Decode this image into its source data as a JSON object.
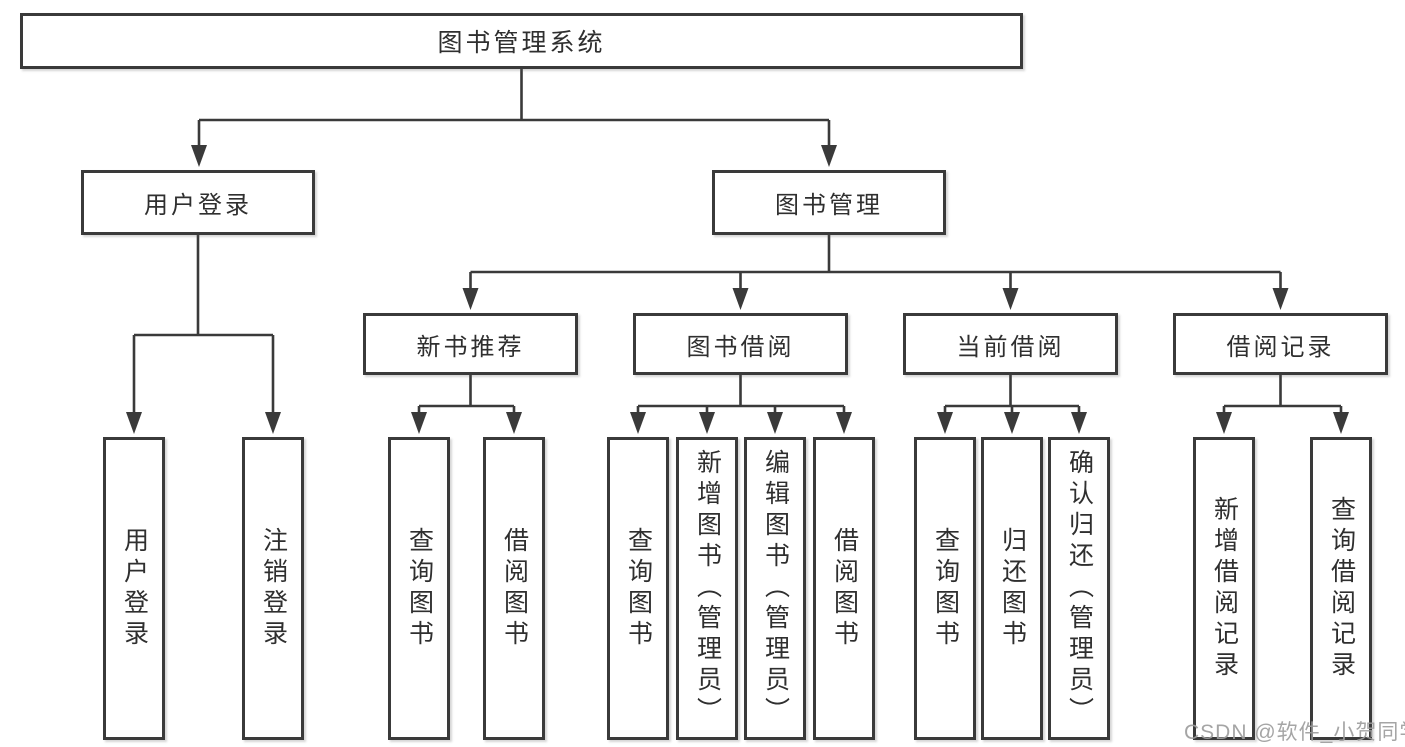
{
  "diagram_title": "图书管理系统",
  "tree": {
    "root": {
      "label": "图书管理系统"
    },
    "branches": [
      {
        "label": "用户登录",
        "children": [
          {
            "label": "用户登录"
          },
          {
            "label": "注销登录"
          }
        ]
      },
      {
        "label": "图书管理",
        "children": [
          {
            "label": "新书推荐",
            "children": [
              {
                "label": "查询图书"
              },
              {
                "label": "借阅图书"
              }
            ]
          },
          {
            "label": "图书借阅",
            "children": [
              {
                "label": "查询图书"
              },
              {
                "label": "新增图书（管理员）"
              },
              {
                "label": "编辑图书（管理员）"
              },
              {
                "label": "借阅图书"
              }
            ]
          },
          {
            "label": "当前借阅",
            "children": [
              {
                "label": "查询图书"
              },
              {
                "label": "归还图书"
              },
              {
                "label": "确认归还（管理员）"
              }
            ]
          },
          {
            "label": "借阅记录",
            "children": [
              {
                "label": "新增借阅记录"
              },
              {
                "label": "查询借阅记录"
              }
            ]
          }
        ]
      }
    ]
  },
  "watermark": {
    "text": "CSDN @软件_小贺同学"
  },
  "colors": {
    "line": "#3a3a3a",
    "border": "#3a3a3a",
    "text": "#2f2f2f",
    "background": "#ffffff",
    "watermark": "#9e9e9e"
  }
}
